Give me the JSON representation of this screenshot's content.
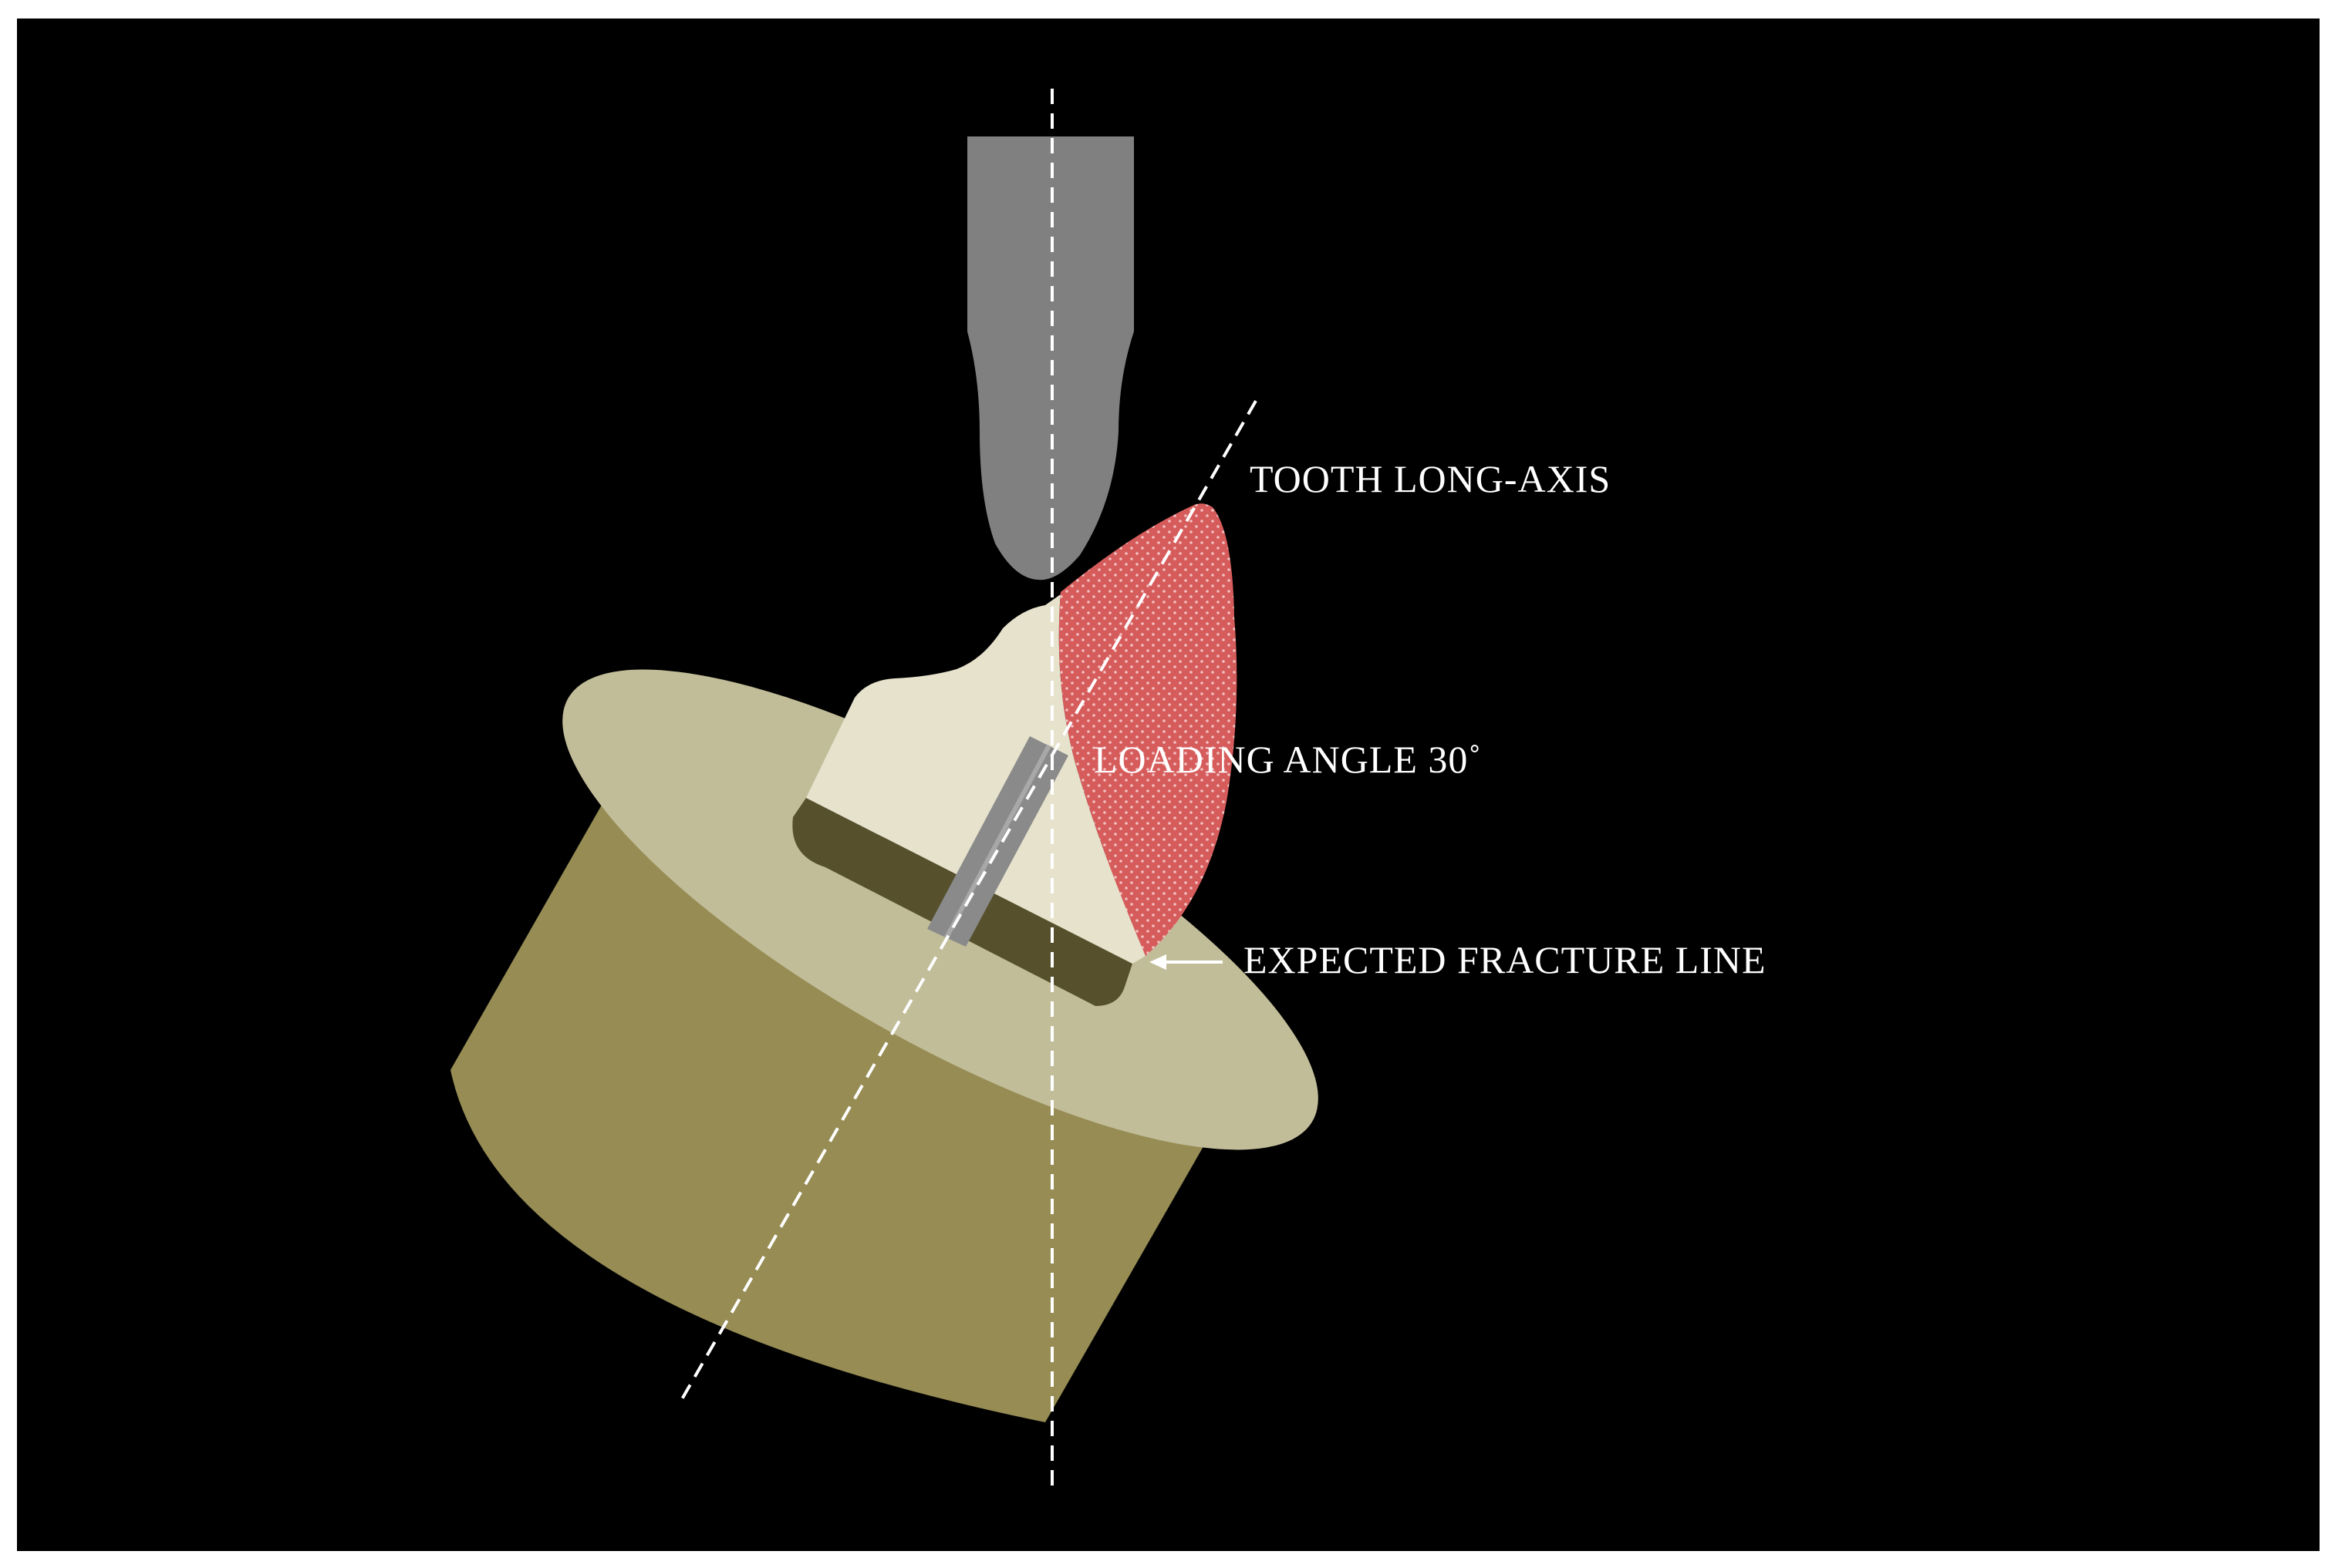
{
  "labels": {
    "tooth_long_axis": "TOOTH LONG-AXIS",
    "loading_angle": "LOADING ANGLE 30˚",
    "expected_fracture_line": "EXPECTED FRACTURE LINE"
  },
  "colors": {
    "background": "#000000",
    "frame": "#ffffff",
    "indenter": "#808080",
    "cylinder_side": "#968c54",
    "cylinder_top": "#c2bd99",
    "cavity_shadow": "#56502d",
    "tooth_body": "#e6e2cc",
    "fracture_fragment": "#d65c5c",
    "post": "#8a8a8a",
    "annotation": "#ffffff"
  },
  "icons": {
    "arrow": "left-pointing-arrow"
  }
}
